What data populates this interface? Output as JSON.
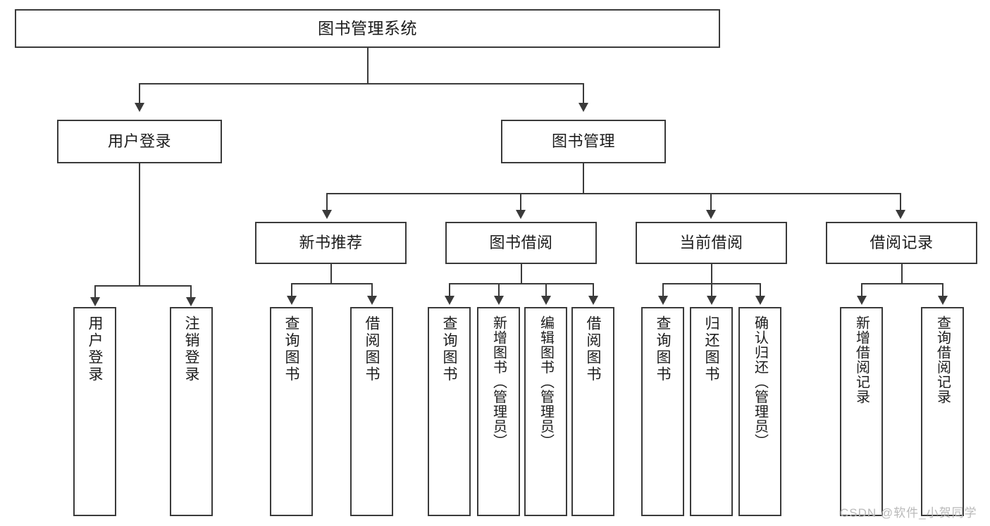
{
  "diagram": {
    "type": "tree",
    "title": "图书管理系统",
    "watermark": "CSDN @软件_小贺同学",
    "colors": {
      "stroke": "#3a3a3a",
      "text": "#1c1c1c",
      "background": "#ffffff",
      "watermark": "#b9b9b9"
    },
    "root": {
      "label": "图书管理系统"
    },
    "level2": [
      {
        "label": "用户登录"
      },
      {
        "label": "图书管理"
      }
    ],
    "level3": [
      {
        "label": "新书推荐"
      },
      {
        "label": "图书借阅"
      },
      {
        "label": "当前借阅"
      },
      {
        "label": "借阅记录"
      }
    ],
    "leaves": {
      "user_login": [
        {
          "label": "用户登录"
        },
        {
          "label": "注销登录"
        }
      ],
      "new_book": [
        {
          "label": "查询图书"
        },
        {
          "label": "借阅图书"
        }
      ],
      "book_borrow": [
        {
          "label": "查询图书"
        },
        {
          "label": "新增图书（管理员）"
        },
        {
          "label": "编辑图书（管理员）"
        },
        {
          "label": "借阅图书"
        }
      ],
      "current_borrow": [
        {
          "label": "查询图书"
        },
        {
          "label": "归还图书"
        },
        {
          "label": "确认归还（管理员）"
        }
      ],
      "borrow_record": [
        {
          "label": "新增借阅记录"
        },
        {
          "label": "查询借阅记录"
        }
      ]
    }
  }
}
